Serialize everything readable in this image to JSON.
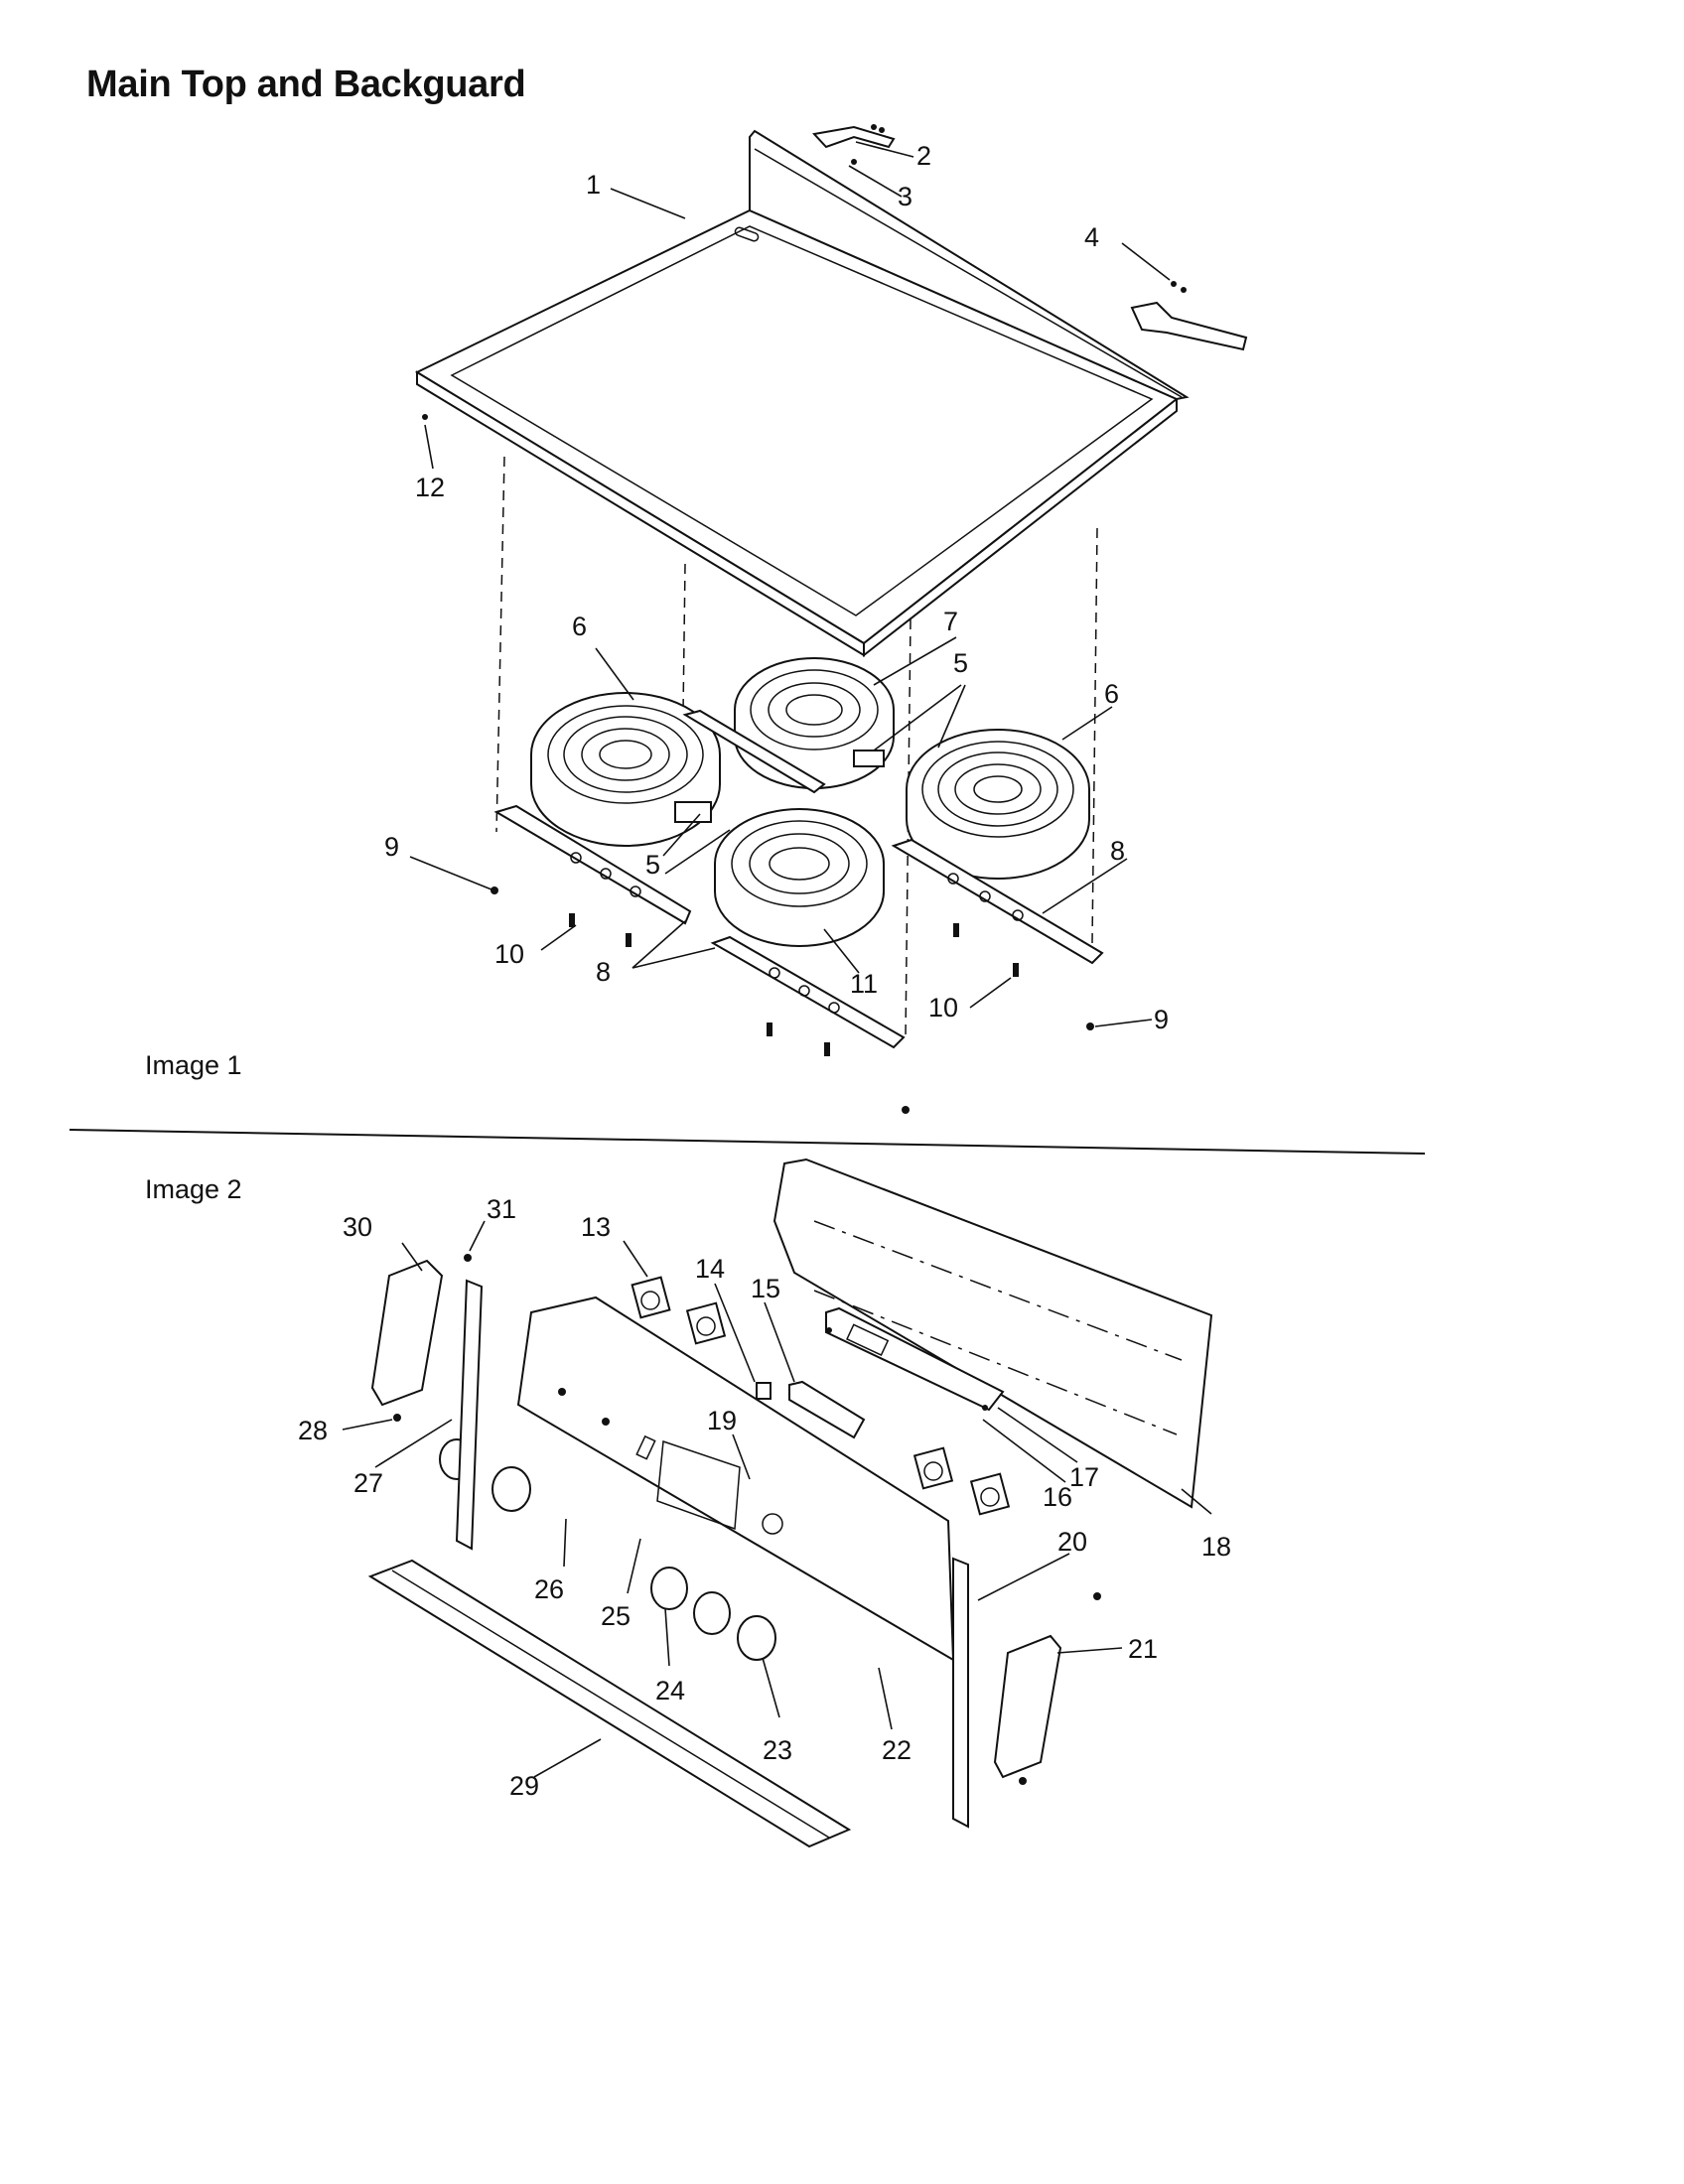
{
  "title": "Main Top and Backguard",
  "sections": [
    {
      "label": "Image 1",
      "callouts": [
        "1",
        "2",
        "3",
        "4",
        "5",
        "5",
        "6",
        "6",
        "7",
        "8",
        "8",
        "9",
        "9",
        "10",
        "10",
        "11",
        "12"
      ]
    },
    {
      "label": "Image 2",
      "callouts": [
        "13",
        "14",
        "15",
        "16",
        "17",
        "18",
        "19",
        "20",
        "21",
        "22",
        "23",
        "24",
        "25",
        "26",
        "27",
        "28",
        "29",
        "30",
        "31"
      ]
    }
  ]
}
